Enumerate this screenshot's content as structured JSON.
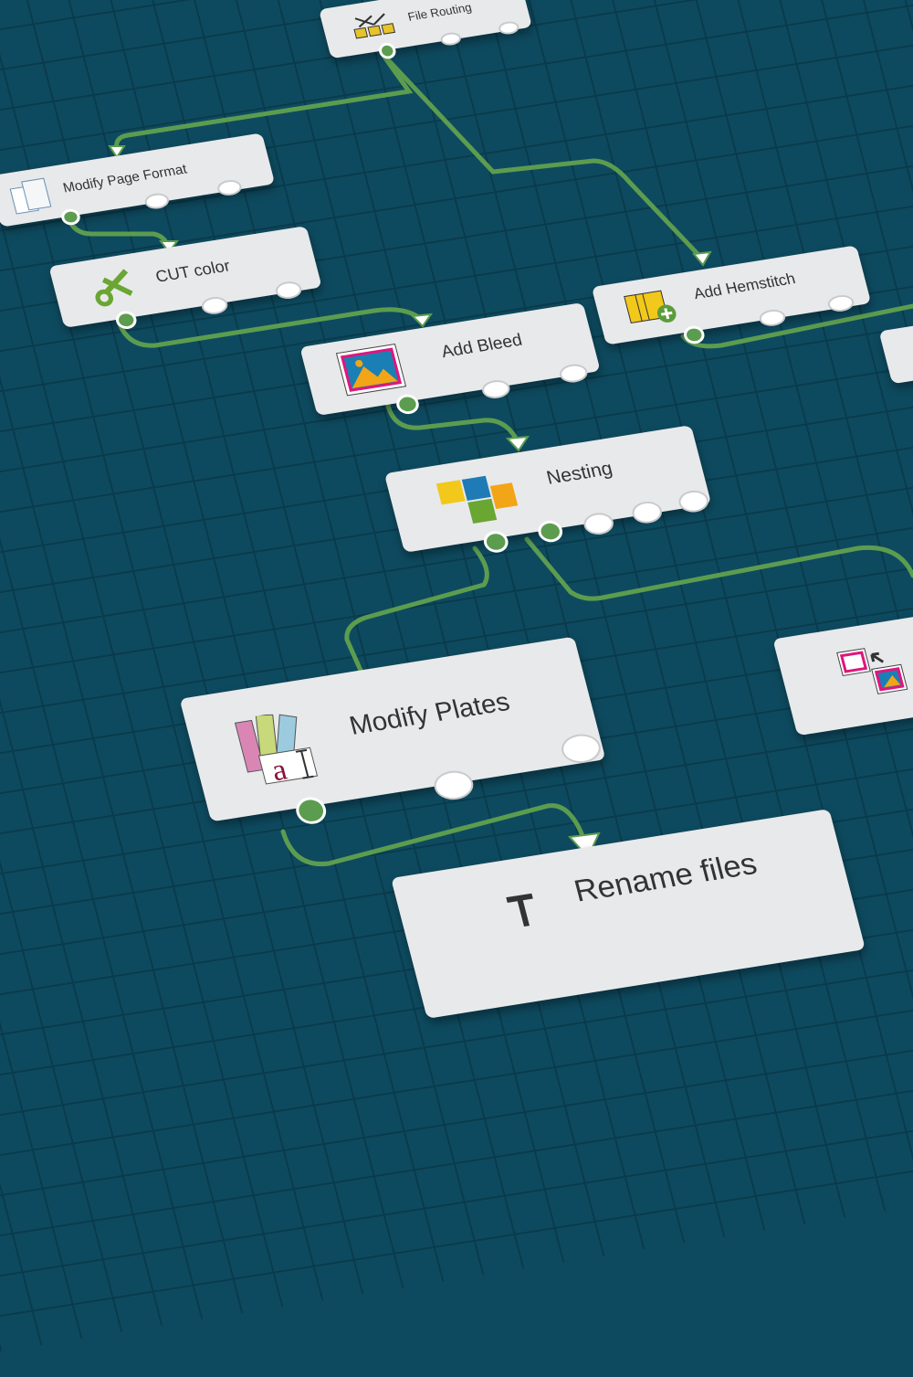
{
  "colors": {
    "background": "#0e4a5f",
    "grid": "#0a3b4c",
    "connector": "#5c9c4f",
    "node": "#e8e9eb"
  },
  "nodes": [
    {
      "id": "file-routing",
      "label": "File Routing",
      "icon": "file-routing-icon"
    },
    {
      "id": "modify-page-format",
      "label": "Modify Page Format",
      "icon": "page-format-icon"
    },
    {
      "id": "cut-color",
      "label": "CUT color",
      "icon": "scissors-icon"
    },
    {
      "id": "add-bleed",
      "label": "Add Bleed",
      "icon": "image-bleed-icon"
    },
    {
      "id": "add-hemstitch",
      "label": "Add Hemstitch",
      "icon": "hemstitch-icon"
    },
    {
      "id": "nesting",
      "label": "Nesting",
      "icon": "puzzle-icon"
    },
    {
      "id": "modify-plates",
      "label": "Modify Plates",
      "icon": "color-swatch-icon"
    },
    {
      "id": "rename-files",
      "label": "Rename files",
      "icon": "text-cursor-icon"
    },
    {
      "id": "unlabeled-node",
      "label": "",
      "icon": "image-replace-icon"
    }
  ]
}
